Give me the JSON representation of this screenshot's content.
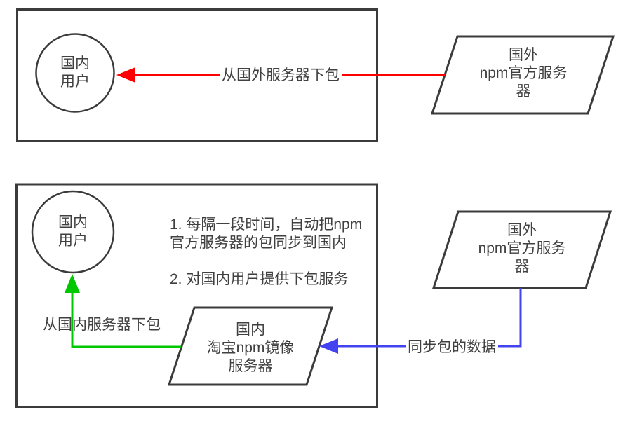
{
  "colors": {
    "shape_stroke": "#3b3b3b",
    "label_text": "#404040",
    "red_arrow": "#ff0000",
    "green_arrow": "#00c800",
    "blue_arrow": "#4343f0"
  },
  "top_panel": {
    "user_circle": "国内\n用户",
    "foreign_server": "国外\nnpm官方服务器",
    "download_label": "从国外服务器下包"
  },
  "bottom_panel": {
    "user_circle": "国内\n用户",
    "notes": "1. 每隔一段时间，自动把npm\n官方服务器的包同步到国内\n\n2. 对国内用户提供下包服务",
    "mirror_server": "国内\n淘宝npm镜像\n服务器",
    "foreign_server": "国外\nnpm官方服务器",
    "download_label": "从国内服务器下包",
    "sync_label": "同步包的数据"
  }
}
